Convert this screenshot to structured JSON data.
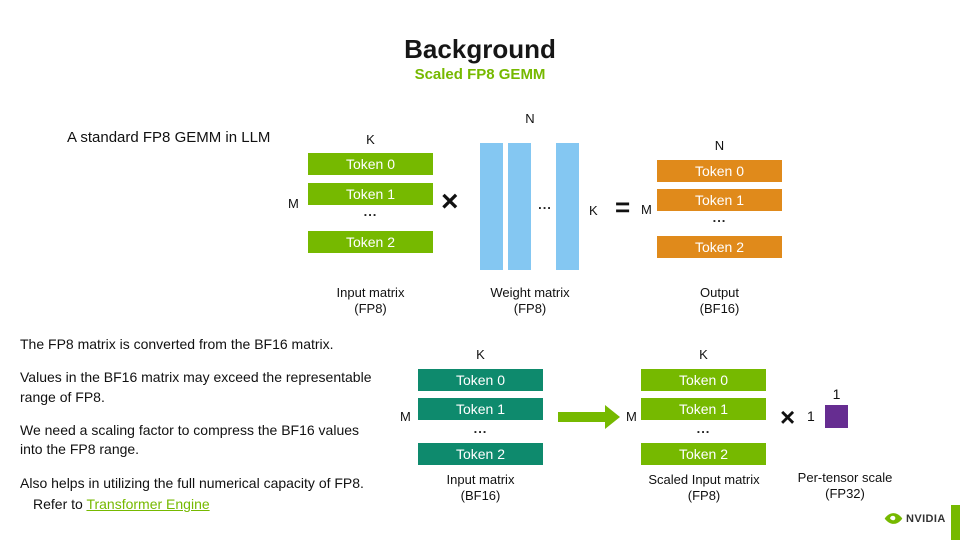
{
  "slide": {
    "title": "Background",
    "subtitle": "Scaled FP8 GEMM",
    "intro": "A standard FP8 GEMM in LLM",
    "bullets": [
      "The FP8 matrix is converted from the BF16 matrix.",
      "Values in the BF16 matrix may exceed the representable range of FP8.",
      "We need a scaling factor to compress the BF16 values into the FP8 range.",
      "Also helps in utilizing the full numerical capacity of FP8."
    ],
    "reference": {
      "prefix": "Refer to ",
      "link_text": "Transformer Engine"
    }
  },
  "top_diagram": {
    "input_matrix": {
      "dim_top": "K",
      "dim_left": "M",
      "rows": [
        "Token 0",
        "Token 1",
        "...",
        "Token 2"
      ],
      "caption": "Input matrix",
      "caption_format": "(FP8)"
    },
    "multiply_sign": "×",
    "weight_matrix": {
      "dim_top": "N",
      "dim_right": "K",
      "dots": "...",
      "caption": "Weight matrix",
      "caption_format": "(FP8)"
    },
    "equals_sign": "=",
    "output_matrix": {
      "dim_top": "N",
      "dim_left": "M",
      "rows": [
        "Token 0",
        "Token 1",
        "...",
        "Token 2"
      ],
      "caption": "Output",
      "caption_format": "(BF16)"
    }
  },
  "bottom_diagram": {
    "bf16_matrix": {
      "dim_top": "K",
      "dim_left": "M",
      "rows": [
        "Token 0",
        "Token 1",
        "...",
        "Token 2"
      ],
      "caption": "Input matrix",
      "caption_format": "(BF16)"
    },
    "scaled_matrix": {
      "dim_top": "K",
      "dim_left": "M",
      "rows": [
        "Token 0",
        "Token 1",
        "...",
        "Token 2"
      ],
      "caption": "Scaled Input matrix",
      "caption_format": "(FP8)"
    },
    "multiply_sign": "×",
    "scale": {
      "value_left": "1",
      "value_top": "1",
      "caption": "Per-tensor scale",
      "caption_format": "(FP32)"
    }
  },
  "footer": {
    "brand": "NVIDIA"
  },
  "colors": {
    "nvidia_green": "#76B900",
    "weight_blue": "#84C7F2",
    "output_orange": "#E08A1B",
    "bf16_teal": "#0E8A6D",
    "scale_purple": "#662D91"
  }
}
